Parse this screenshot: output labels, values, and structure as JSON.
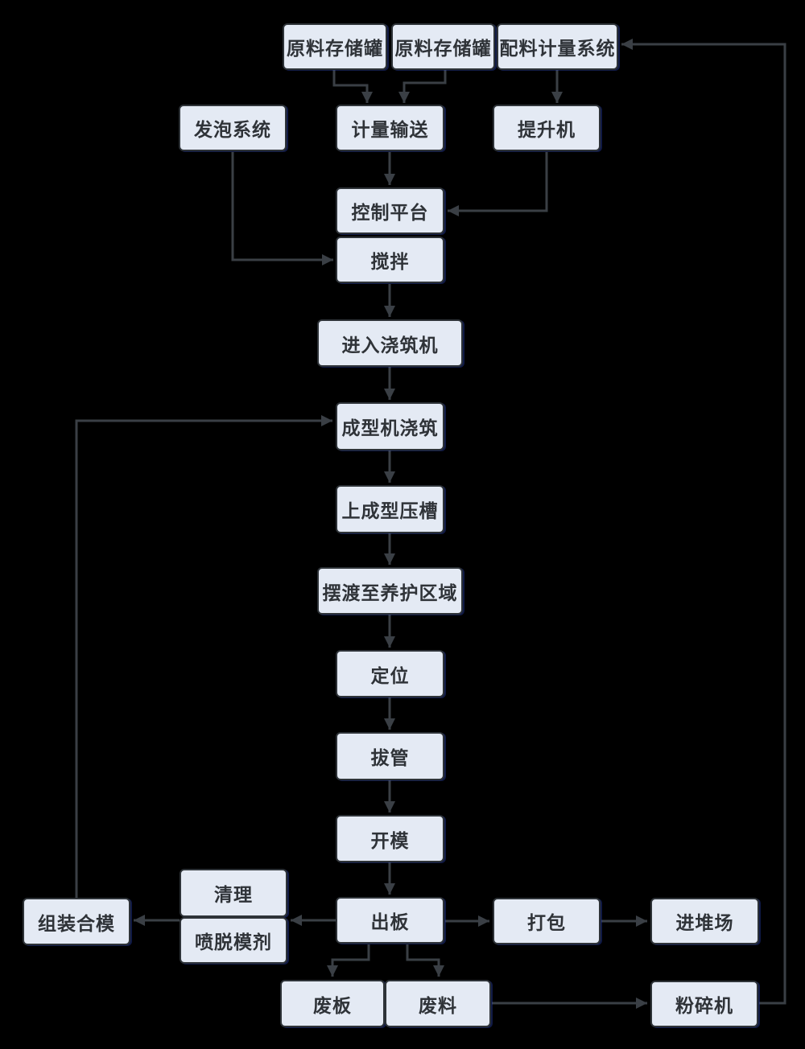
{
  "diagram": {
    "type": "flowchart",
    "language": "zh-CN",
    "colors": {
      "background": "#000000",
      "node_fill": "#e4eaf4",
      "node_border": "#2e3338",
      "connector": "#3a3f45",
      "text": "#2f3338"
    },
    "nodes": [
      {
        "id": "raw-material-tank-1",
        "label": "原料存储罐"
      },
      {
        "id": "raw-material-tank-2",
        "label": "原料存储罐"
      },
      {
        "id": "batching-metering-system",
        "label": "配料计量系统"
      },
      {
        "id": "foaming-system",
        "label": "发泡系统"
      },
      {
        "id": "metering-conveying",
        "label": "计量输送"
      },
      {
        "id": "hoist",
        "label": "提升机"
      },
      {
        "id": "control-platform",
        "label": "控制平台"
      },
      {
        "id": "mixing",
        "label": "搅拌"
      },
      {
        "id": "enter-pouring-machine",
        "label": "进入浇筑机"
      },
      {
        "id": "forming-machine-pouring",
        "label": "成型机浇筑"
      },
      {
        "id": "upper-forming-press-groove",
        "label": "上成型压槽"
      },
      {
        "id": "ferry-to-curing-area",
        "label": "摆渡至养护区域"
      },
      {
        "id": "positioning",
        "label": "定位"
      },
      {
        "id": "tube-pulling",
        "label": "拔管"
      },
      {
        "id": "mold-opening",
        "label": "开模"
      },
      {
        "id": "cleaning",
        "label": "清理"
      },
      {
        "id": "spray-release-agent",
        "label": "喷脱模剂"
      },
      {
        "id": "assemble-close-mold",
        "label": "组装合模"
      },
      {
        "id": "board-out",
        "label": "出板"
      },
      {
        "id": "packing",
        "label": "打包"
      },
      {
        "id": "into-stack-yard",
        "label": "进堆场"
      },
      {
        "id": "waste-board",
        "label": "废板"
      },
      {
        "id": "waste-material",
        "label": "废料"
      },
      {
        "id": "crusher",
        "label": "粉碎机"
      }
    ],
    "edges": [
      {
        "from": "raw-material-tank-1",
        "to": "metering-conveying"
      },
      {
        "from": "raw-material-tank-2",
        "to": "metering-conveying"
      },
      {
        "from": "batching-metering-system",
        "to": "hoist"
      },
      {
        "from": "metering-conveying",
        "to": "control-platform"
      },
      {
        "from": "hoist",
        "to": "control-platform"
      },
      {
        "from": "foaming-system",
        "to": "mixing"
      },
      {
        "from": "mixing",
        "to": "enter-pouring-machine"
      },
      {
        "from": "enter-pouring-machine",
        "to": "forming-machine-pouring"
      },
      {
        "from": "forming-machine-pouring",
        "to": "upper-forming-press-groove"
      },
      {
        "from": "upper-forming-press-groove",
        "to": "ferry-to-curing-area"
      },
      {
        "from": "ferry-to-curing-area",
        "to": "positioning"
      },
      {
        "from": "positioning",
        "to": "tube-pulling"
      },
      {
        "from": "tube-pulling",
        "to": "mold-opening"
      },
      {
        "from": "mold-opening",
        "to": "board-out"
      },
      {
        "from": "board-out",
        "to": "cleaning"
      },
      {
        "from": "cleaning",
        "to": "assemble-close-mold"
      },
      {
        "from": "assemble-close-mold",
        "to": "forming-machine-pouring"
      },
      {
        "from": "board-out",
        "to": "packing"
      },
      {
        "from": "packing",
        "to": "into-stack-yard"
      },
      {
        "from": "board-out",
        "to": "waste-board"
      },
      {
        "from": "board-out",
        "to": "waste-material"
      },
      {
        "from": "waste-material",
        "to": "crusher"
      },
      {
        "from": "crusher",
        "to": "batching-metering-system"
      }
    ]
  }
}
